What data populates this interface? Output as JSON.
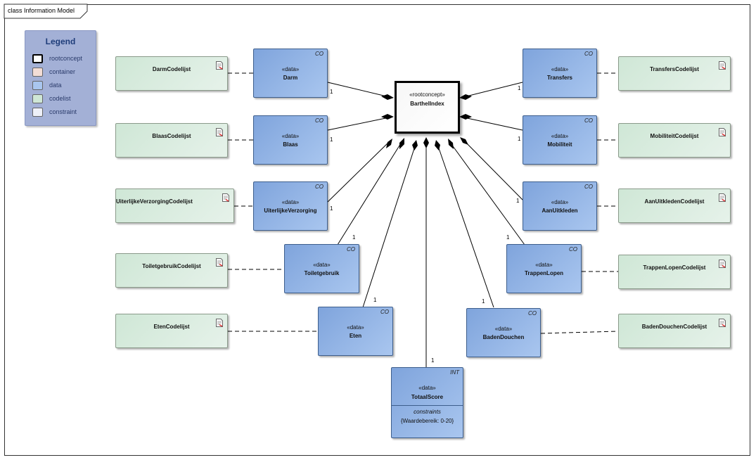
{
  "frame": {
    "title": "class Information Model"
  },
  "legend": {
    "title": "Legend",
    "items": [
      {
        "label": "rootconcept",
        "color": "#ffffff"
      },
      {
        "label": "container",
        "color": "#f3ddd6"
      },
      {
        "label": "data",
        "color": "#a9c6ef"
      },
      {
        "label": "codelist",
        "color": "#cfe7d6"
      },
      {
        "label": "constraint",
        "color": "#eef0f8"
      }
    ]
  },
  "root": {
    "stereotype": "«rootconcept»",
    "name": "BarthelIndex"
  },
  "data_classes": [
    {
      "stereotype": "«data»",
      "name": "Darm",
      "tag": "CO",
      "multiplicity": "1"
    },
    {
      "stereotype": "«data»",
      "name": "Blaas",
      "tag": "CO",
      "multiplicity": "1"
    },
    {
      "stereotype": "«data»",
      "name": "UiterlijkeVerzorging",
      "tag": "CO",
      "multiplicity": "1"
    },
    {
      "stereotype": "«data»",
      "name": "Toiletgebruik",
      "tag": "CO",
      "multiplicity": "1"
    },
    {
      "stereotype": "«data»",
      "name": "Eten",
      "tag": "CO",
      "multiplicity": "1"
    },
    {
      "stereotype": "«data»",
      "name": "Transfers",
      "tag": "CO",
      "multiplicity": "1"
    },
    {
      "stereotype": "«data»",
      "name": "Mobiliteit",
      "tag": "CO",
      "multiplicity": "1"
    },
    {
      "stereotype": "«data»",
      "name": "AanUitkleden",
      "tag": "CO",
      "multiplicity": "1"
    },
    {
      "stereotype": "«data»",
      "name": "TrappenLopen",
      "tag": "CO",
      "multiplicity": "1"
    },
    {
      "stereotype": "«data»",
      "name": "BadenDouchen",
      "tag": "CO",
      "multiplicity": "1"
    }
  ],
  "totaal": {
    "stereotype": "«data»",
    "name": "TotaalScore",
    "tag": "INT",
    "multiplicity": "1",
    "constraints_label": "constraints",
    "constraint": "{Waardebereik: 0-20}"
  },
  "codelists": [
    "DarmCodelijst",
    "BlaasCodelijst",
    "UiterlijkeVerzorgingCodelijst",
    "ToiletgebruikCodelijst",
    "EtenCodelijst",
    "TransfersCodelijst",
    "MobiliteitCodelijst",
    "AanUitkledenCodelijst",
    "TrappenLopenCodelijst",
    "BadenDouchenCodelijst"
  ]
}
